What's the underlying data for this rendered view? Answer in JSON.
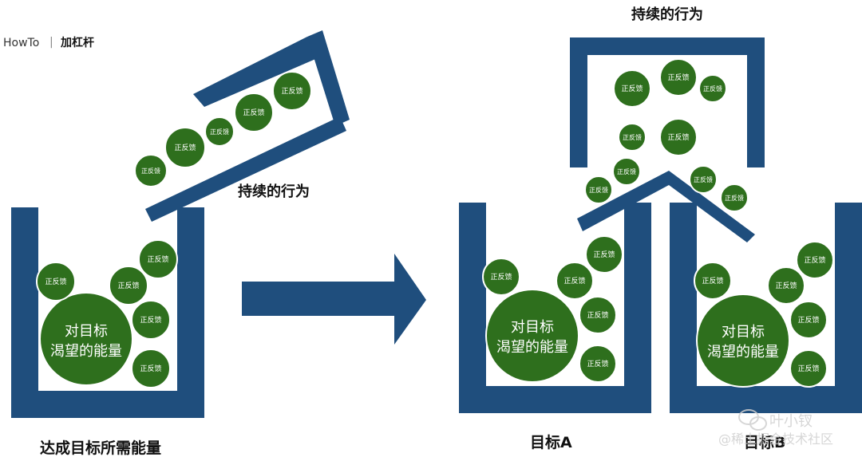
{
  "header": {
    "brand": "HowTo",
    "separator": "|",
    "title": "加杠杆"
  },
  "labels": {
    "continuous_action": "持续的行为",
    "goal_energy_caption": "达成目标所需能量",
    "goal_a": "目标A",
    "goal_b": "目标B"
  },
  "bubble": {
    "small": "正反馈",
    "core_line1": "对目标",
    "core_line2": "渴望的能量"
  },
  "watermark": {
    "text_top": "叶小钗",
    "text_bottom": "@稀土掘金技术社区"
  },
  "colors": {
    "navy": "#1f4e7d",
    "green": "#2e6f1d",
    "green_border": "#ffffff"
  }
}
